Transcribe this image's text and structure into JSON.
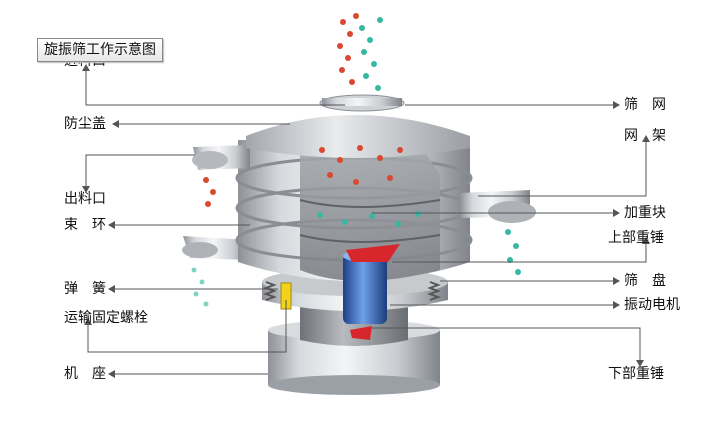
{
  "title": "旋振筛工作示意图",
  "labels_left": {
    "inlet": "进料口",
    "dust_cover": "防尘盖",
    "outlet": "出料口",
    "clamp_ring": "束　环",
    "spring": "弹　簧",
    "transport_bolt": "运输固定螺栓",
    "base": "机　座"
  },
  "labels_right": {
    "screen_mesh": "筛　网",
    "mesh_frame": "网　架",
    "weight_block": "加重块",
    "upper_weight": "上部重锤",
    "screen_tray": "筛　盘",
    "vibration_motor": "振动电机",
    "lower_weight": "下部重锤"
  },
  "colors": {
    "accent_yellow": "#f2d21b",
    "weight_red": "#d8262d",
    "motor_blue": "#3a6fc4",
    "particle_red": "#d9482f",
    "particle_teal": "#36b8a2",
    "leader_line": "#555555"
  }
}
